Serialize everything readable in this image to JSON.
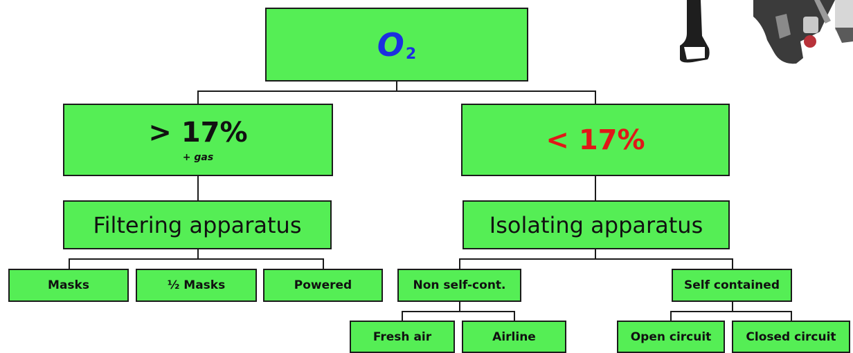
{
  "root": {
    "symbol": "O",
    "subscript": "2"
  },
  "high": {
    "label": "> 17%",
    "note": "+ gas"
  },
  "low": {
    "label": "< 17%"
  },
  "filtering": {
    "label": "Filtering apparatus"
  },
  "isolating": {
    "label": "Isolating apparatus"
  },
  "filtering_children": [
    "Masks",
    "½ Masks",
    "Powered"
  ],
  "isolating_children": [
    "Non self-cont.",
    "Self contained"
  ],
  "non_self_children": [
    "Fresh air",
    "Airline"
  ],
  "self_children": [
    "Open circuit",
    "Closed circuit"
  ],
  "colors": {
    "box_fill": "#55ee55",
    "o2_color": "#1c2fe0",
    "low_color": "#e01818"
  }
}
